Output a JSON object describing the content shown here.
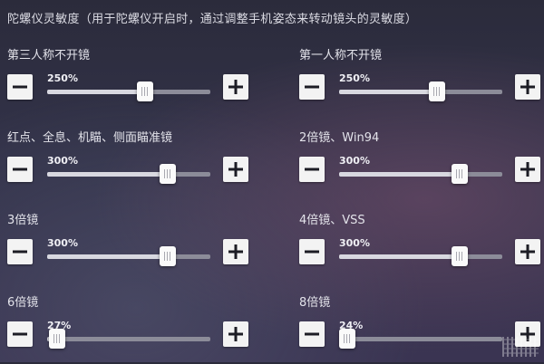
{
  "header": "陀螺仪灵敏度（用于陀螺仪开启时，通过调整手机姿态来转动镜头的灵敏度）",
  "left": [
    {
      "label": "第三人称不开镜",
      "value_text": "250%",
      "level": 0.6
    },
    {
      "label": "红点、全息、机瞄、侧面瞄准镜",
      "value_text": "300%",
      "level": 0.74
    },
    {
      "label": "3倍镜",
      "value_text": "300%",
      "level": 0.74
    },
    {
      "label": "6倍镜",
      "value_text": "27%",
      "level": 0.06
    }
  ],
  "right": [
    {
      "label": "第一人称不开镜",
      "value_text": "250%",
      "level": 0.6
    },
    {
      "label": "2倍镜、Win94",
      "value_text": "300%",
      "level": 0.74
    },
    {
      "label": "4倍镜、VSS",
      "value_text": "300%",
      "level": 0.74
    },
    {
      "label": "8倍镜",
      "value_text": "24%",
      "level": 0.05
    }
  ],
  "icons": {
    "decrease": "minus-icon",
    "increase": "plus-icon"
  },
  "colors": {
    "track": "#8c8c99",
    "track_fill": "#d8d8e0",
    "button_bg": "#f3f3f3"
  }
}
